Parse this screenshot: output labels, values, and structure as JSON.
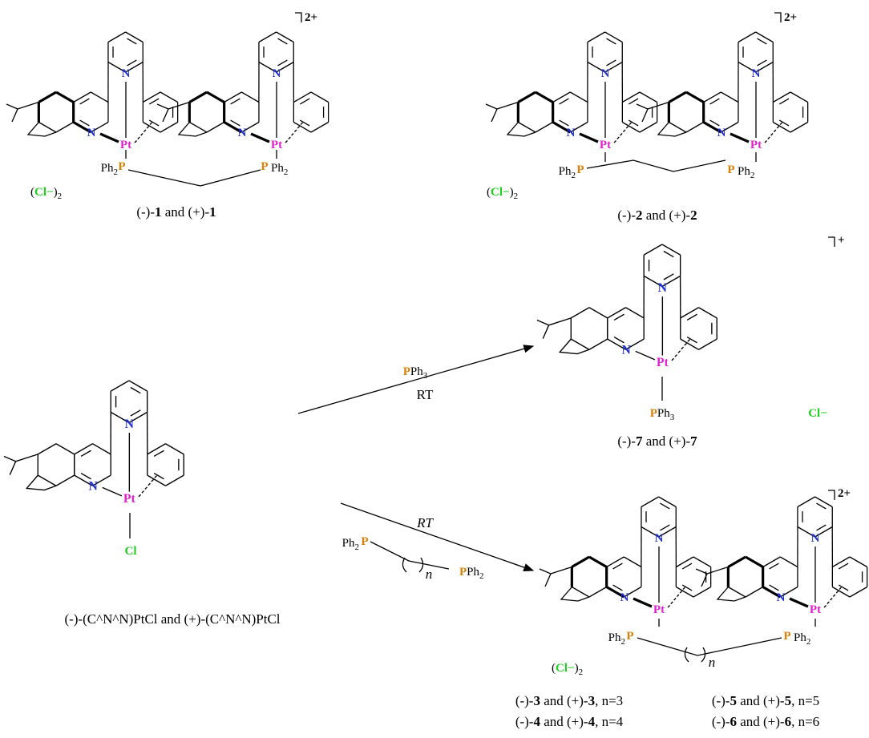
{
  "colors": {
    "N": "#2030d0",
    "Pt": "#e020d0",
    "P": "#d8800a",
    "Cl": "#20d020",
    "text": "#000000"
  },
  "atoms": {
    "N": "N",
    "Pt": "Pt",
    "Cl": "Cl",
    "P": "P",
    "Ph2": "Ph",
    "Ph3": "Ph",
    "two": "2",
    "three": "3"
  },
  "charges": {
    "two_plus": "2+",
    "one_plus": "+"
  },
  "counterions": {
    "chloride": "Cl",
    "minus": "−",
    "bis_close": ")",
    "bis_open": "(",
    "sub2": "2"
  },
  "compounds": {
    "c1": {
      "pre": "(-)-",
      "num": "1",
      "mid": " and (+)-",
      "num2": "1"
    },
    "c2": {
      "pre": "(-)-",
      "num": "2",
      "mid": " and (+)-",
      "num2": "2"
    },
    "c7": {
      "pre": "(-)-",
      "num": "7",
      "mid": " and (+)-",
      "num2": "7"
    },
    "c3": {
      "pre": "(-)-",
      "num": "3",
      "mid": " and (+)-",
      "num2": "3",
      "n": ", n=3"
    },
    "c4": {
      "pre": "(-)-",
      "num": "4",
      "mid": " and (+)-",
      "num2": "4",
      "n": ", n=4"
    },
    "c5": {
      "pre": "(-)-",
      "num": "5",
      "mid": " and (+)-",
      "num2": "5",
      "n": ", n=5"
    },
    "c6": {
      "pre": "(-)-",
      "num": "6",
      "mid": " and (+)-",
      "num2": "6",
      "n": ", n=6"
    },
    "start": "(-)-(C^N^N)PtCl and (+)-(C^N^N)PtCl"
  },
  "reactions": {
    "top_reagent_p": "P",
    "top_reagent": "Ph",
    "top_reagent_sub": "3",
    "top_cond": "RT",
    "bottom_cond": "RT",
    "bottom_n": "n"
  }
}
